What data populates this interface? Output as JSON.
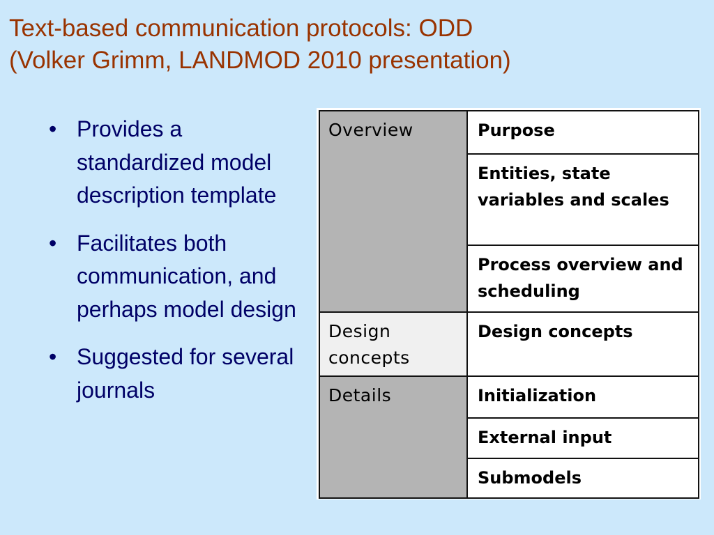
{
  "title": {
    "line1": "Text-based communication protocols: ODD",
    "line2": "(Volker Grimm, LANDMOD 2010 presentation)"
  },
  "bullets": [
    "Provides a standardized model description template",
    "Facilitates both communication, and perhaps model design",
    "Suggested for several journals"
  ],
  "bullet_glyph": "•",
  "odd_table": {
    "sections": [
      {
        "label": "Overview",
        "color": "#b4b4b4",
        "elements": [
          "Purpose",
          "Entities, state variables and scales",
          "Process overview and scheduling"
        ]
      },
      {
        "label": "Design concepts",
        "color": "#f0f0f0",
        "elements": [
          "Design concepts"
        ]
      },
      {
        "label": "Details",
        "color": "#b4b4b4",
        "elements": [
          "Initialization",
          "External input",
          "Submodels"
        ]
      }
    ]
  },
  "colors": {
    "background": "#cce8fb",
    "title": "#993300",
    "bullet_text": "#000066"
  }
}
